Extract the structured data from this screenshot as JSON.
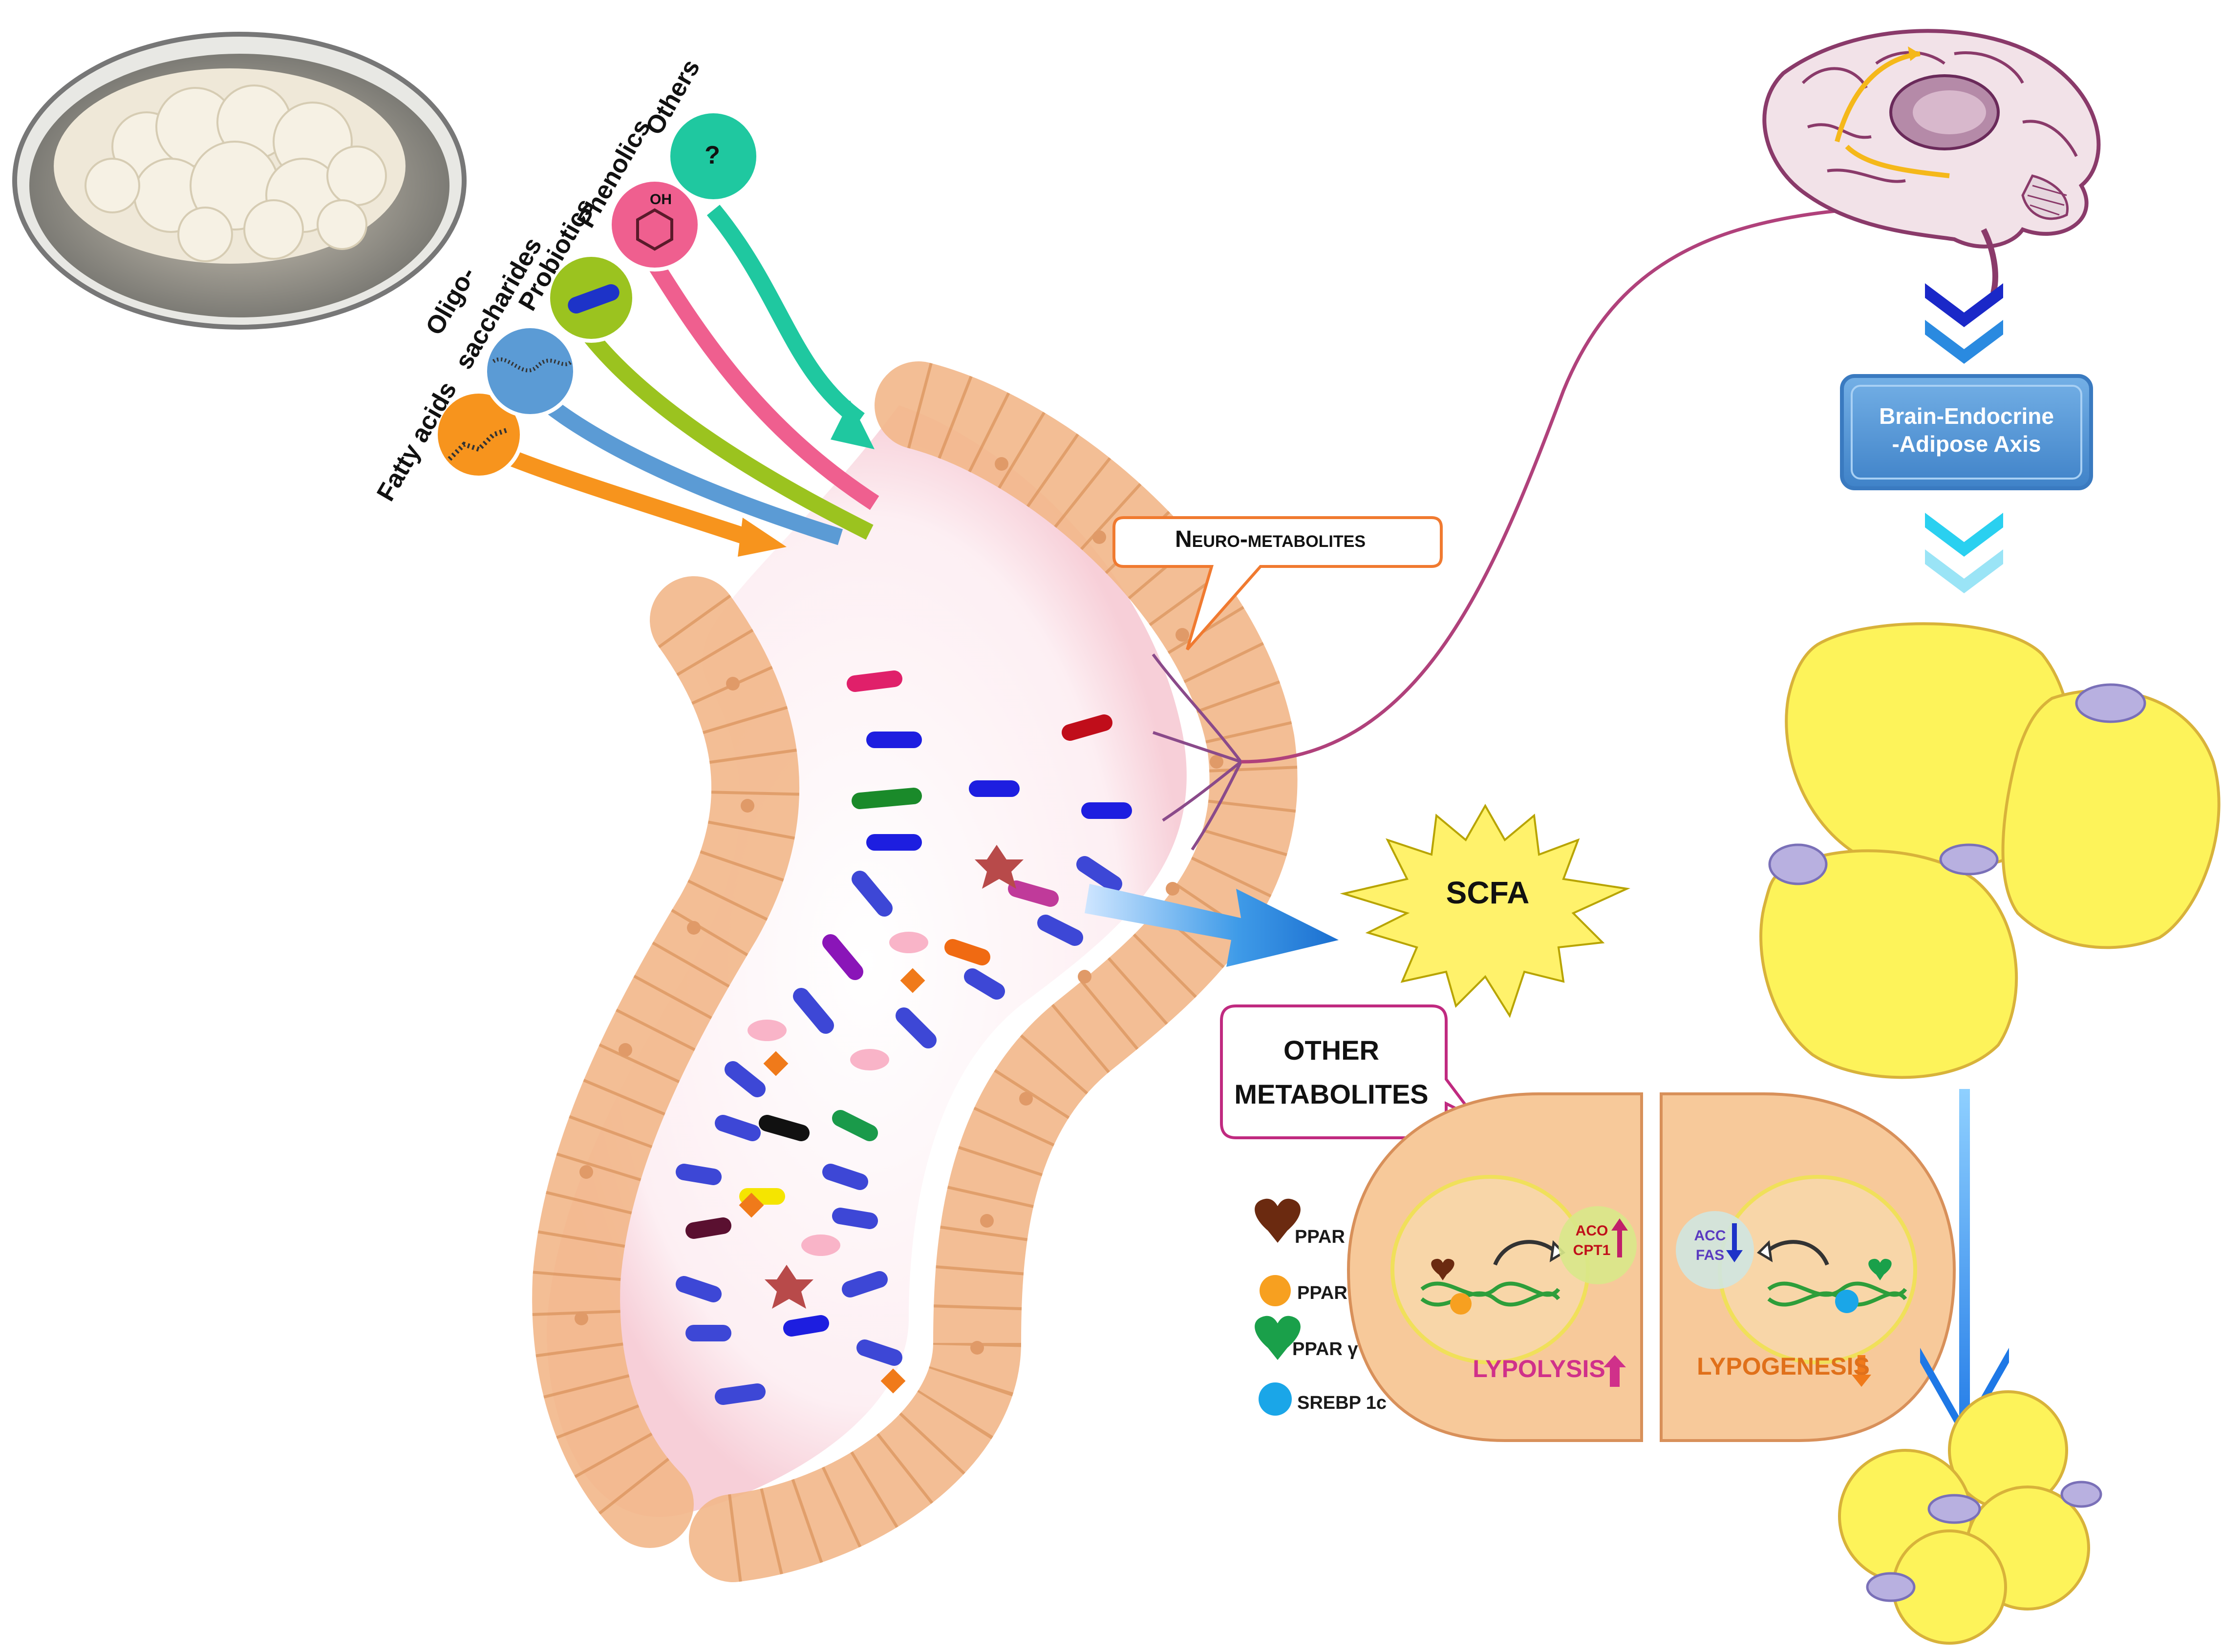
{
  "compounds": {
    "fatty_acids": "Fatty acids",
    "oligo_1": "Oligo-",
    "oligo_2": "saccharides",
    "probiotics": "Probiotics",
    "phenolics": "Phenolics",
    "others": "Others",
    "unknown_symbol": "?",
    "oh_label": "OH"
  },
  "callouts": {
    "neuro": "Neuro-metabolites",
    "scfa": "SCFA",
    "other_1": "OTHER",
    "other_2": "METABOLITES"
  },
  "axis": {
    "line1": "Brain-Endocrine",
    "line2": "-Adipose Axis"
  },
  "cell": {
    "aco": "ACO",
    "cpt1": "CPT1",
    "acc": "ACC",
    "fas": "FAS",
    "lypolysis": "LYPOLYSIS",
    "lypogenesis": "LYPOGENESIS"
  },
  "legend": [
    {
      "label": "PPAR α"
    },
    {
      "label": "PPAR δ"
    },
    {
      "label": "PPAR γ"
    },
    {
      "label": "SREBP 1c"
    }
  ],
  "colors": {
    "fatty_acids": "#f7941d",
    "oligo": "#5b9bd5",
    "probiotics": "#9bc31f",
    "phenolics": "#ef5f8f",
    "others": "#1fc8a0",
    "intestine": "#f2b78a",
    "bacteria": "#3d47d6",
    "adipocyte": "#fdf35a",
    "axis_box": "#5b9bd5",
    "neuro_path": "#b0417b",
    "scfa_star": "#fff26b"
  },
  "icons": [
    "ppar-alpha-heart-icon",
    "ppar-delta-circle-icon",
    "ppar-gamma-heart-icon",
    "srebp-circle-icon",
    "up-arrow-icon",
    "down-arrow-icon",
    "chevron-down-icon"
  ]
}
